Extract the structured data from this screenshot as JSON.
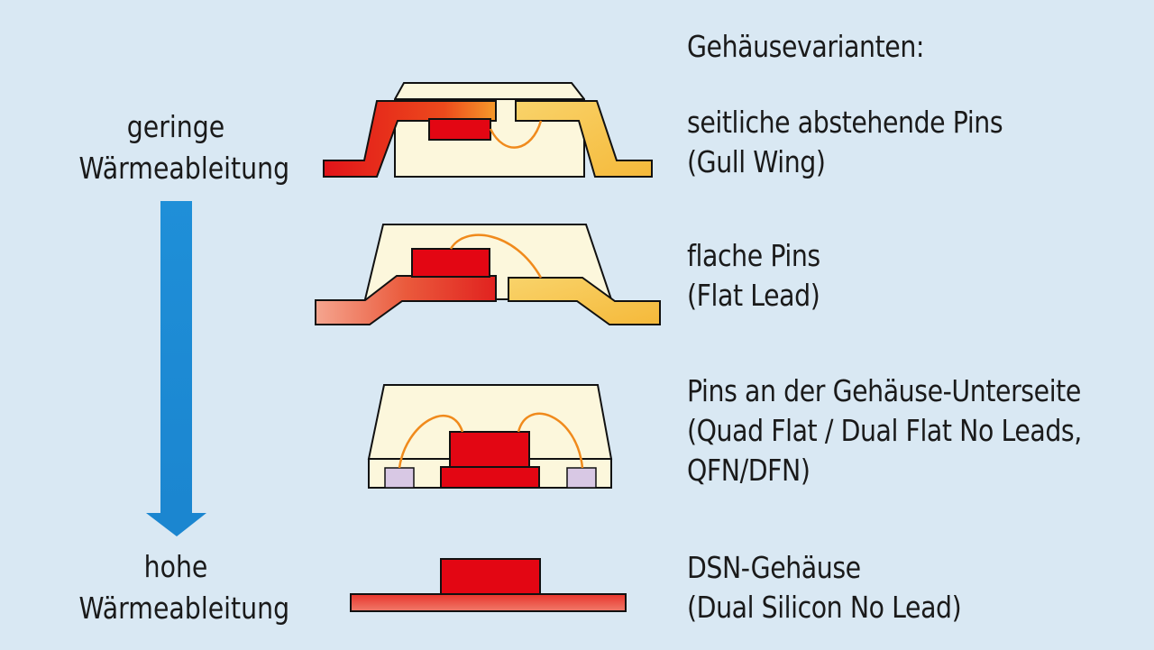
{
  "left": {
    "top_line1": "geringe",
    "top_line2": "Wärmeableitung",
    "bottom_line1": "hohe",
    "bottom_line2": "Wärmeableitung"
  },
  "heading": "Gehäusevarianten:",
  "variants": [
    {
      "line1": "seitliche abstehende Pins",
      "line2": "(Gull  Wing)",
      "line3": ""
    },
    {
      "line1": "flache Pins",
      "line2": "(Flat Lead)",
      "line3": ""
    },
    {
      "line1": "Pins an der Gehäuse-Unterseite",
      "line2": "(Quad Flat / Dual Flat No Leads,",
      "line3": "QFN/DFN)"
    },
    {
      "line1": "DSN-Gehäuse",
      "line2": "(Dual Silicon No Lead)",
      "line3": ""
    }
  ],
  "colors": {
    "background": "#d9e8f3",
    "arrow": "#1e8fd6",
    "die": "#e30613",
    "body": "#fcf7dc",
    "pin_hot": "#e5241b",
    "pin_cold": "#f7c74a",
    "wire": "#f08a1c",
    "pad": "#d8c8e4"
  }
}
